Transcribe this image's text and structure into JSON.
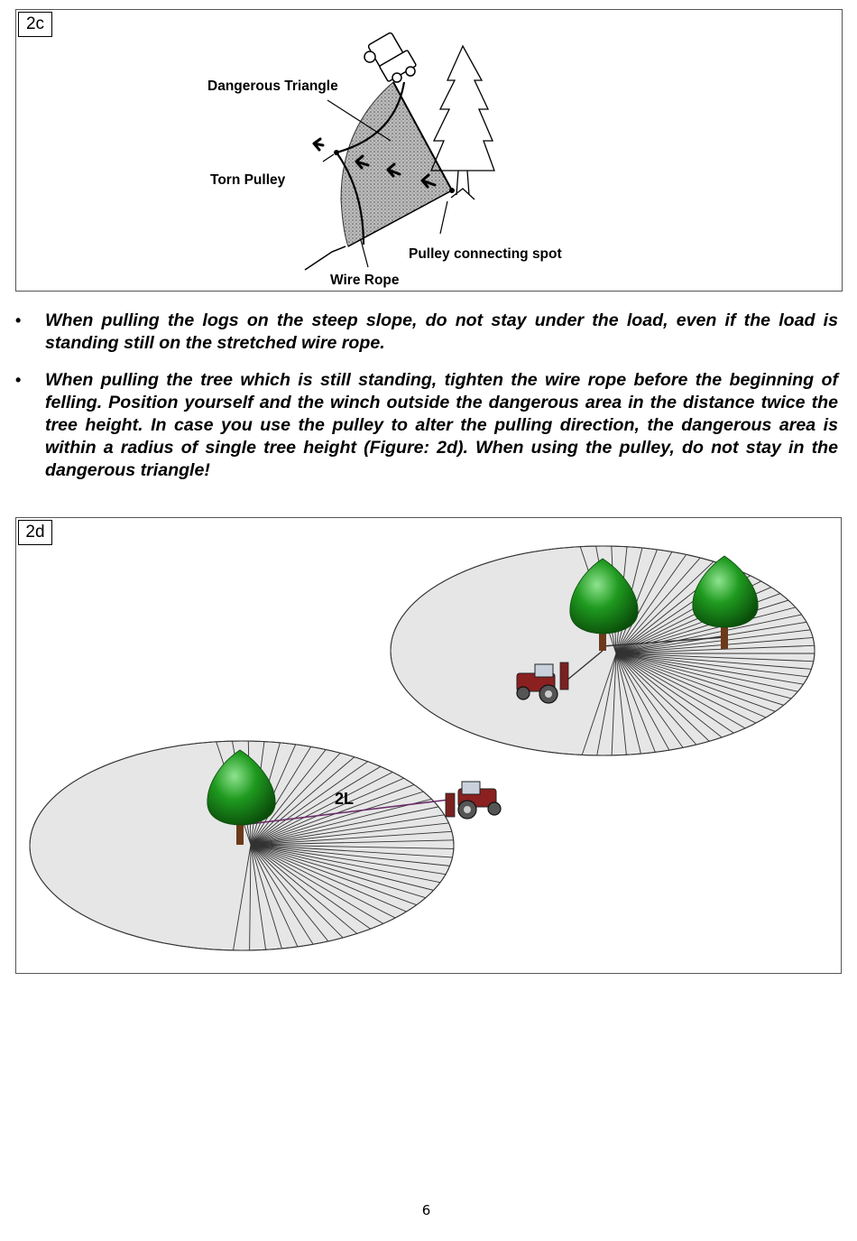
{
  "figure_2c": {
    "tag": "2c",
    "labels": {
      "dangerous_triangle": "Dangerous Triangle",
      "torn_pulley": "Torn Pulley",
      "pulley_connecting_spot": "Pulley connecting spot",
      "wire_rope": "Wire Rope"
    }
  },
  "bullets": [
    "When pulling the logs on the steep slope, do not stay under the load, even if the load is standing still on the stretched wire rope.",
    "When pulling the tree which is still standing, tighten the wire rope before the beginning of felling. Position yourself and the winch outside the dangerous area in the distance twice the tree height. In case you use the pulley to alter the pulling direction, the dangerous area is within a radius of single tree height (Figure: 2d). When using the pulley, do not stay in the dangerous triangle!"
  ],
  "bullet_symbol": "•",
  "figure_2d": {
    "tag": "2d",
    "distance_label": "2L"
  },
  "page_number": "6",
  "colors": {
    "tree_green": "#1f9a1f",
    "ground_gray": "#e6e6e6",
    "tractor_red": "#8a2020",
    "rope_purple": "#6a2a6a"
  }
}
